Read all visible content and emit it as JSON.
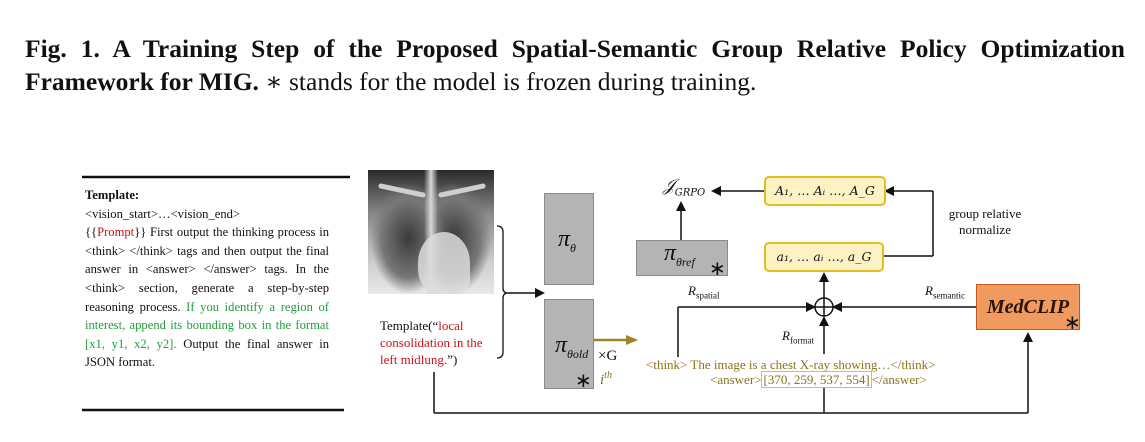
{
  "caption": {
    "bold": "Fig. 1. A Training Step of the Proposed Spatial-Semantic Group Relative Policy Optimization Framework for MIG.",
    "normal": "∗ stands for the model is frozen during training."
  },
  "template": {
    "title": "Template:",
    "line1": "<vision_start>…<vision_end>",
    "prompt_open": "{{",
    "prompt_word": "Prompt",
    "prompt_close": "}}",
    "text_a": " First output the thinking process in <think> </think> tags and then output the final answer in <answer> </answer> tags. In the <think> section, generate a step-by-step reasoning process. ",
    "text_green": "If you identify a region of interest, append its bounding box in the format [x1, y1, x2, y2].",
    "text_b": " Output the final answer in JSON format."
  },
  "template_call": {
    "prefix": "Template(“",
    "red": "local consolidation in the left midlung.",
    "suffix": "”)"
  },
  "policy": {
    "pi_theta": "π",
    "pi_theta_sub": "θ",
    "pi_old": "π",
    "pi_old_sub": "θold",
    "pi_ref": "π",
    "pi_ref_sub": "θref",
    "frozen_mark": "∗",
    "times_g": "×G",
    "ith": "i",
    "ith_sup": "th"
  },
  "objective": {
    "symbol": "𝒥",
    "sub": "GRPO"
  },
  "advantages": "A₁, … Aᵢ …, A_G",
  "rewards_box": "a₁, … aᵢ …, a_G",
  "group_norm": "group relative normalize",
  "rewards": {
    "spatial_R": "R",
    "spatial_sub": "spatial",
    "format_R": "R",
    "format_sub": "format",
    "semantic_R": "R",
    "semantic_sub": "semantic"
  },
  "medclip": "MedCLIP",
  "output": {
    "think_line": "<think> The image is a chest X-ray showing…</think>",
    "answer_open": "<answer>",
    "bbox": "[370, 259, 537, 554]",
    "answer_close": "</answer>"
  },
  "colors": {
    "green_text": "#1f9e3a",
    "red_text": "#cc1111",
    "yellow_box_fill": "#fdf2c4",
    "yellow_box_border": "#e8bc1c",
    "medclip_fill": "#f09a5f",
    "arrow_gold": "#a0852a",
    "gray_box": "#b4b4b4"
  }
}
